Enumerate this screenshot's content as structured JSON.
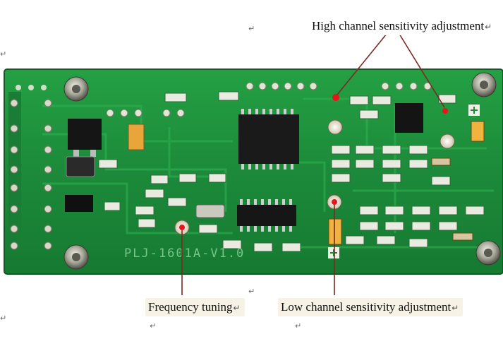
{
  "image": {
    "subject": "PLJ-1601A-V1.0",
    "board_color": "#1c8a3a"
  },
  "board": {
    "silkscreen": "PLJ-1601A-V1.0"
  },
  "callouts": {
    "high_channel": {
      "label": "High channel sensitivity adjustment"
    },
    "frequency_tuning": {
      "label": "Frequency tuning"
    },
    "low_channel": {
      "label": "Low channel sensitivity adjustment"
    }
  },
  "paragraph_mark": "↵",
  "colors": {
    "pcb": "#1c8a3a",
    "pcb_dark": "#126a2b",
    "marker": "#e8141c",
    "leader_line": "#7a2a22",
    "label_bg": "#f6f3e6"
  }
}
